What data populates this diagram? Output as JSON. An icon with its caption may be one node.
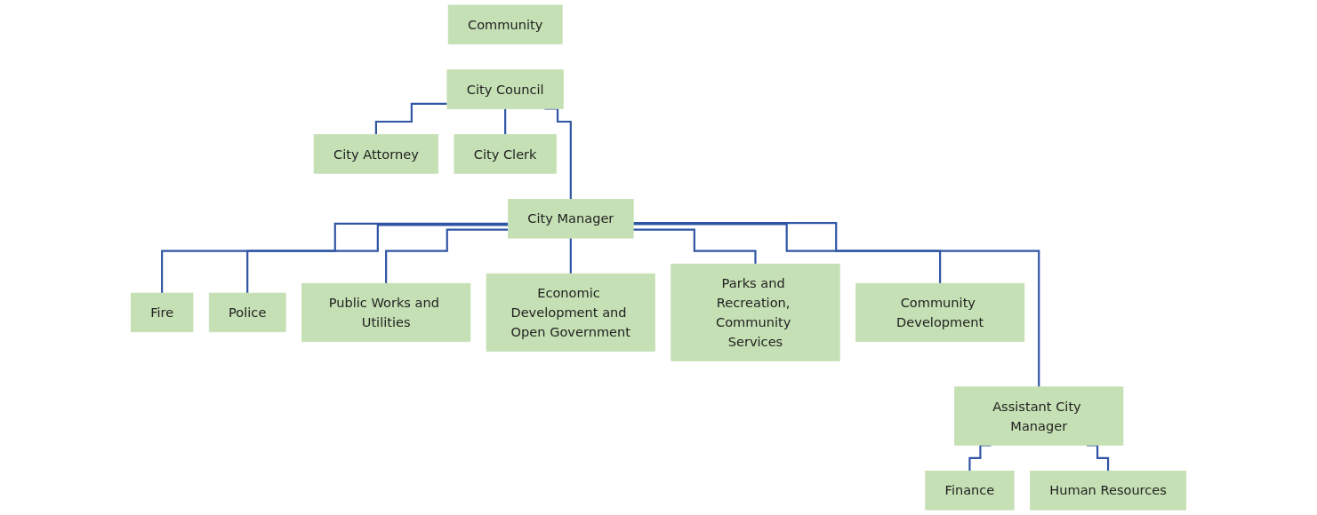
{
  "diagram": {
    "nodes": [
      {
        "text": [
          "Community"
        ]
      },
      {
        "text": [
          "City Council"
        ]
      },
      {
        "text": [
          "City Attorney"
        ]
      },
      {
        "text": [
          "City Clerk"
        ]
      },
      {
        "text": [
          "City Manager"
        ]
      },
      {
        "text": [
          "Assistant City Manager"
        ]
      },
      {
        "text": [
          "Fire"
        ]
      },
      {
        "text": [
          "Police"
        ]
      },
      {
        "text": [
          "Public Works and Utilities"
        ]
      },
      {
        "text": [
          "Economic Development and Open Government"
        ]
      },
      {
        "text": [
          "Parks and Recreation, Community Services"
        ]
      },
      {
        "text": [
          "Community Development"
        ]
      },
      {
        "text": [
          "Finance"
        ]
      },
      {
        "text": [
          "Human Resources"
        ]
      }
    ],
    "edges": [
      {
        "from": 1,
        "to": 2,
        "arrow": "none"
      },
      {
        "from": 1,
        "to": 3,
        "arrow": "none"
      },
      {
        "from": 1,
        "to": 4,
        "arrow": "none"
      },
      {
        "from": 4,
        "to": 5,
        "arrow": "none"
      },
      {
        "from": 4,
        "to": 6,
        "arrow": "none"
      },
      {
        "from": 4,
        "to": 7,
        "arrow": "none"
      },
      {
        "from": 4,
        "to": 8,
        "arrow": "none"
      },
      {
        "from": 4,
        "to": 9,
        "arrow": "none"
      },
      {
        "from": 4,
        "to": 10,
        "arrow": "none"
      },
      {
        "from": 4,
        "to": 11,
        "arrow": "none"
      },
      {
        "from": 5,
        "to": 12,
        "arrow": "none"
      },
      {
        "from": 5,
        "to": 13,
        "arrow": "none"
      }
    ]
  }
}
